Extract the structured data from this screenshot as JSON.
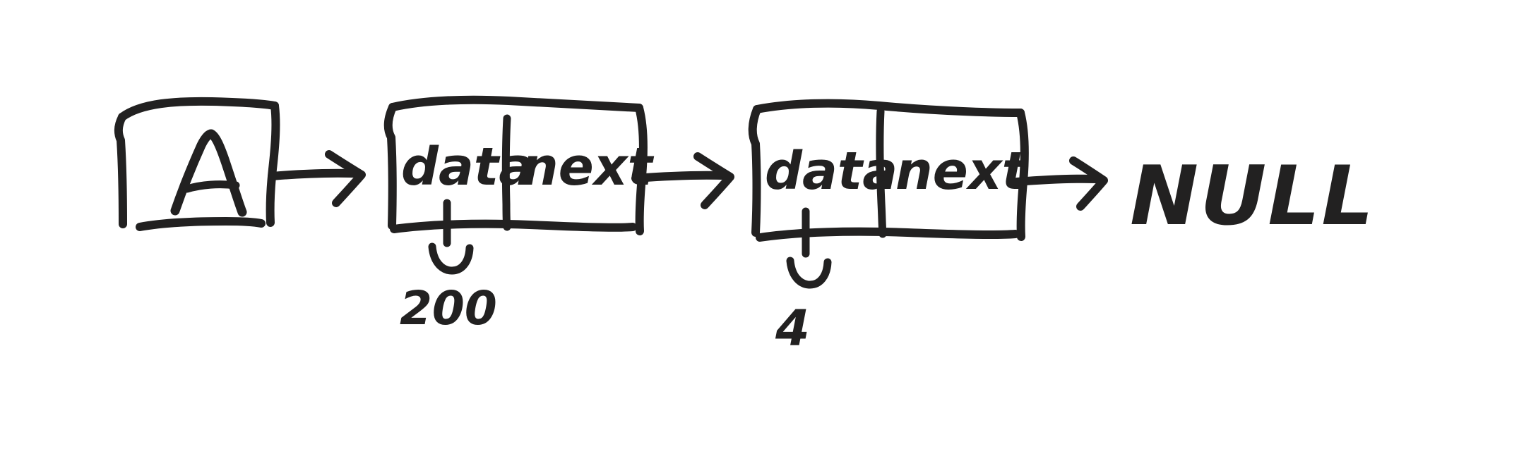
{
  "diagram": {
    "title": "Singly linked list pointer diagram",
    "background_color": "#ffffff",
    "ink_color": "#222121",
    "style": "hand-drawn sketch"
  },
  "head_box": {
    "label": "A",
    "name": "head-pointer-box"
  },
  "nodes": [
    {
      "id": "node-1",
      "data_label": "data",
      "next_label": "next",
      "value_label": "200",
      "value_marker": "curved-down-arrow"
    },
    {
      "id": "node-2",
      "data_label": "data",
      "next_label": "next",
      "value_label": "4",
      "value_marker": "curved-down-arrow"
    }
  ],
  "terminator": {
    "label": "NULL",
    "name": "null-terminator"
  },
  "arrows": [
    {
      "id": "arrow-head-to-node1",
      "from": "head-pointer-box",
      "to": "node-1",
      "glyph": "right-arrow"
    },
    {
      "id": "arrow-node1-to-node2",
      "from": "node-1",
      "to": "node-2",
      "glyph": "right-arrow"
    },
    {
      "id": "arrow-node2-to-null",
      "from": "node-2",
      "to": "null-terminator",
      "glyph": "right-arrow"
    }
  ]
}
